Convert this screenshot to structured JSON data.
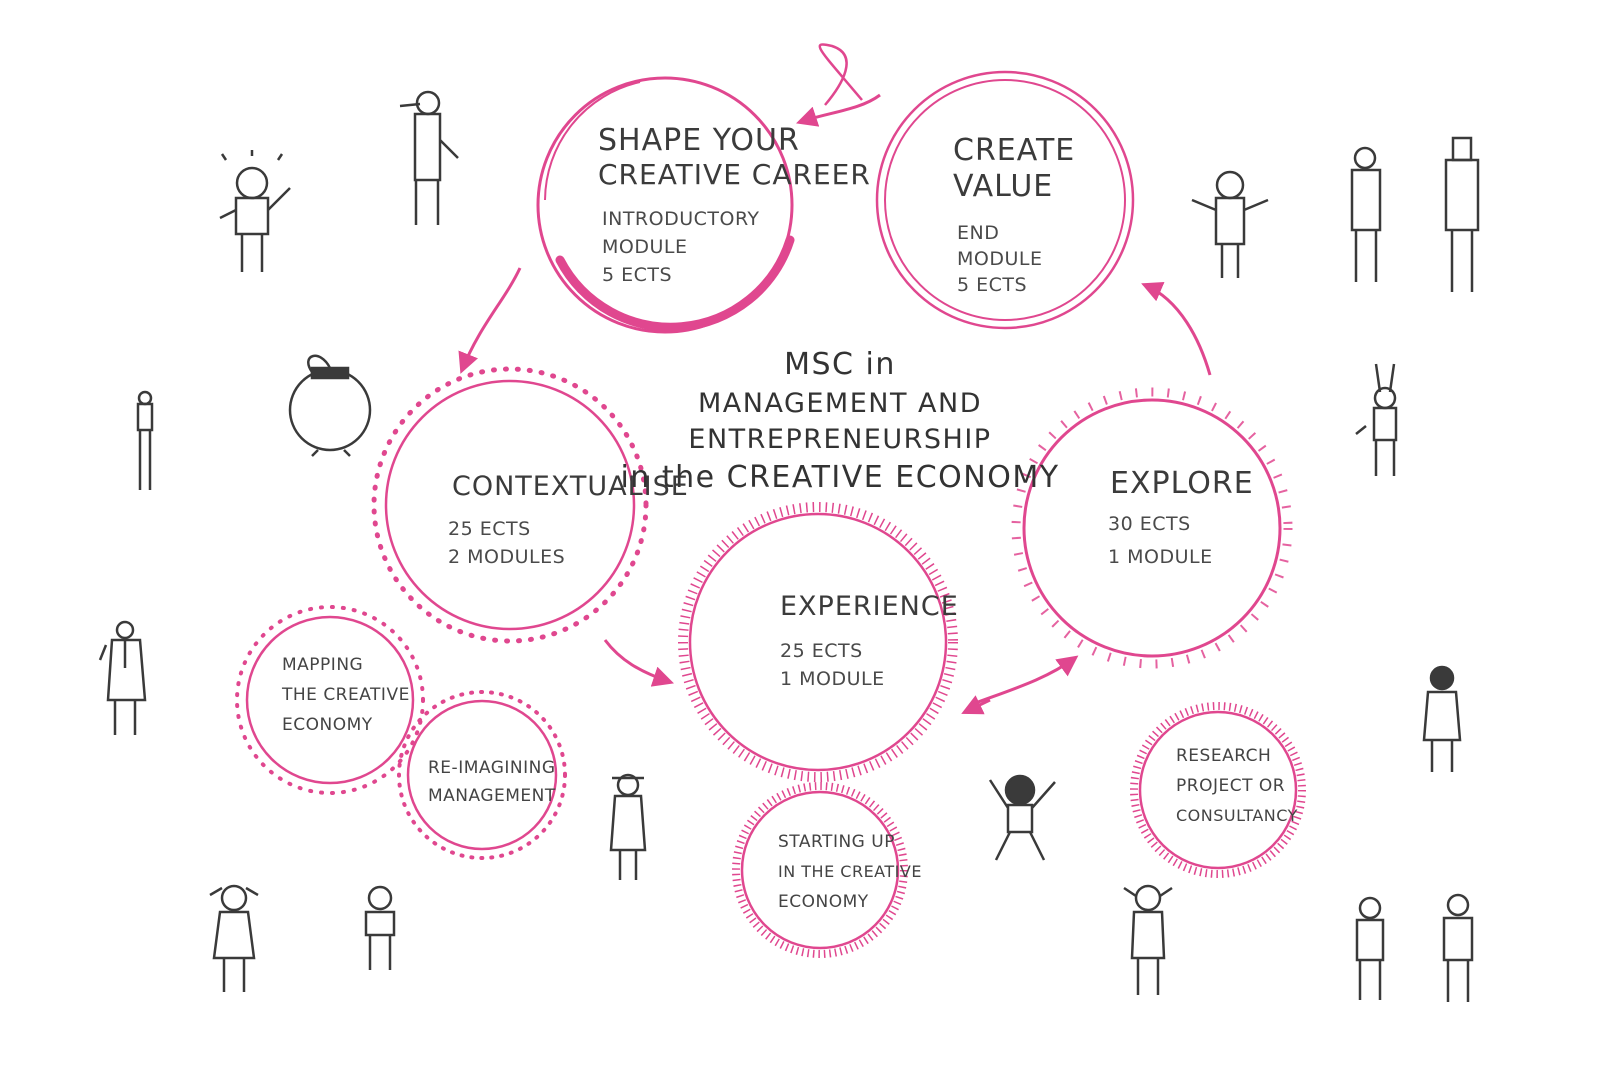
{
  "colors": {
    "pink": "#e0478f",
    "ink": "#3a3a3a"
  },
  "center_title": {
    "line1": "MSC in",
    "line2": "MANAGEMENT AND ENTREPRENEURSHIP",
    "line3": "in the CREATIVE ECONOMY"
  },
  "nodes": {
    "shape": {
      "title1": "SHAPE YOUR",
      "title2": "CREATIVE CAREER",
      "line1": "INTRODUCTORY",
      "line2": "MODULE",
      "line3": "5 ECTS"
    },
    "create": {
      "title1": "CREATE",
      "title2": "VALUE",
      "line1": "END",
      "line2": "MODULE",
      "line3": "5 ECTS"
    },
    "contextualise": {
      "title": "CONTEXTUALISE",
      "line1": "25 ECTS",
      "line2": "2 MODULES"
    },
    "explore": {
      "title": "EXPLORE",
      "line1": "30 ECTS",
      "line2": "1 MODULE"
    },
    "experience": {
      "title": "EXPERIENCE",
      "line1": "25 ECTS",
      "line2": "1 MODULE"
    },
    "mapping": {
      "line1": "MAPPING",
      "line2": "THE CREATIVE",
      "line3": "ECONOMY"
    },
    "reimagining": {
      "line1": "RE-IMAGINING",
      "line2": "MANAGEMENT"
    },
    "starting": {
      "line1": "STARTING UP",
      "line2": "IN THE CREATIVE",
      "line3": "ECONOMY"
    },
    "research": {
      "line1": "RESEARCH",
      "line2": "PROJECT OR",
      "line3": "CONSULTANCY"
    }
  },
  "decorations": [
    "person-figure",
    "apple-figure",
    "rabbit-figure",
    "arrow-icon"
  ]
}
